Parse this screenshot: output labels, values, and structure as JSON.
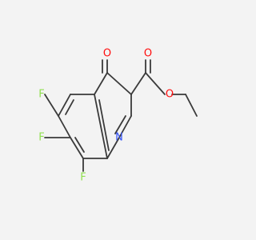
{
  "molecule": {
    "colors": {
      "background": "#f3f3f3",
      "bond": "#3a3a3a",
      "carbon": "#3a3a3a",
      "oxygen": "#ff0d0d",
      "nitrogen": "#3050f8",
      "fluorine": "#90e050"
    },
    "atoms": {
      "ketone_oxygen": "O",
      "ester_carbonyl_oxygen": "O",
      "ester_oxygen": "O",
      "nitrogen": "N",
      "fluorine_6": "F",
      "fluorine_7": "F",
      "fluorine_8": "F"
    }
  }
}
